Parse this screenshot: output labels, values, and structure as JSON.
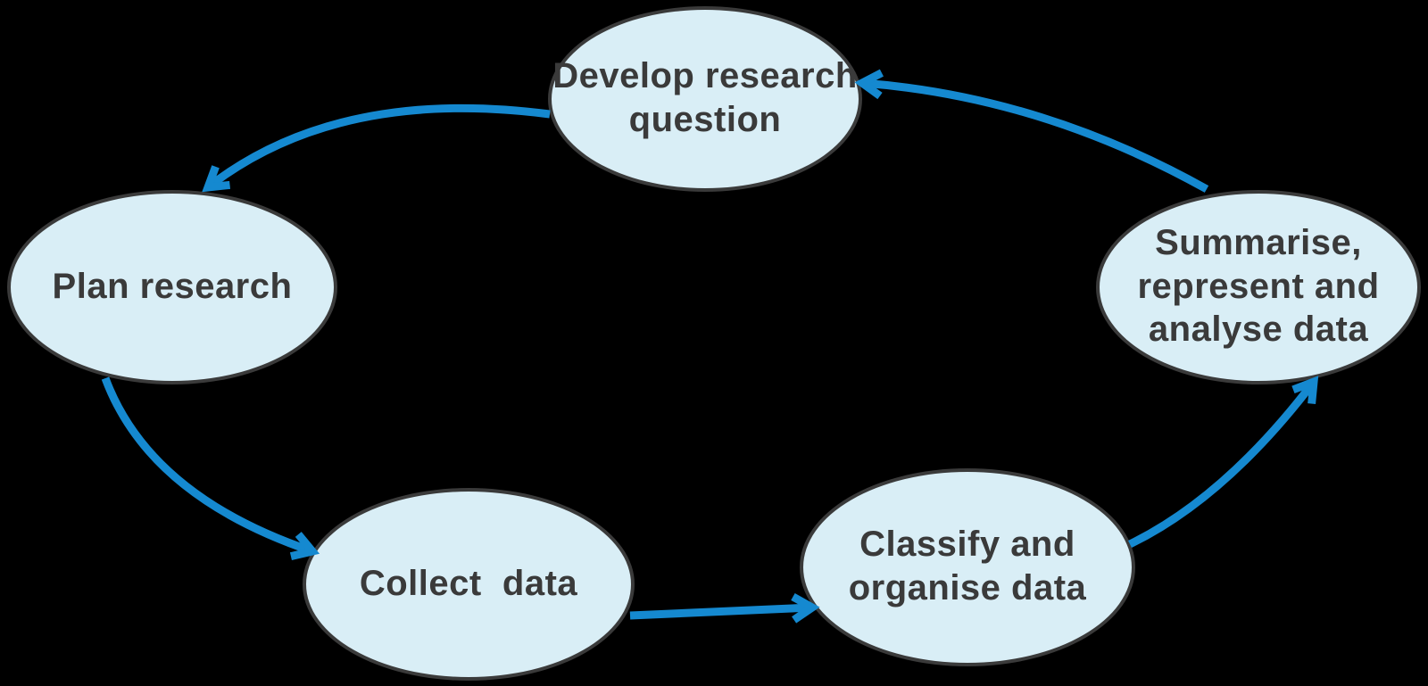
{
  "diagram": {
    "background": "#000000",
    "node_fill": "#d9eef6",
    "node_border": "#3a3a3a",
    "text_color": "#3a3a3a",
    "arrow_color": "#1589d0"
  },
  "nodes": {
    "develop": {
      "label": "Develop research\nquestion"
    },
    "plan": {
      "label": "Plan research"
    },
    "collect": {
      "label": "Collect  data"
    },
    "classify": {
      "label": "Classify and\norganise data"
    },
    "summarise": {
      "label": "Summarise,\nrepresent and\nanalyse data"
    }
  },
  "edges": [
    {
      "from": "Develop research question",
      "to": "Plan research"
    },
    {
      "from": "Plan research",
      "to": "Collect data"
    },
    {
      "from": "Collect data",
      "to": "Classify and organise data"
    },
    {
      "from": "Classify and organise data",
      "to": "Summarise, represent and analyse data"
    },
    {
      "from": "Summarise, represent and analyse data",
      "to": "Develop research question"
    }
  ]
}
